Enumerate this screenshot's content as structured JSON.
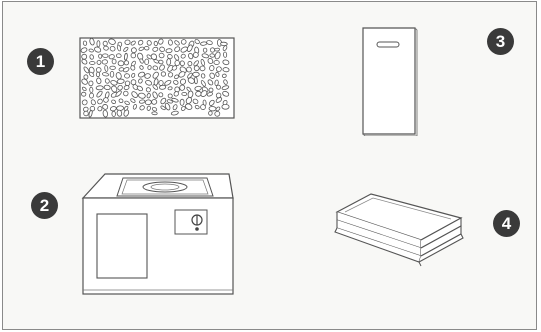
{
  "items": [
    {
      "number": "1",
      "icon": "gravel-stones-icon"
    },
    {
      "number": "2",
      "icon": "fire-table-unit-icon"
    },
    {
      "number": "3",
      "icon": "board-with-handle-icon"
    },
    {
      "number": "4",
      "icon": "folded-cover-icon"
    }
  ]
}
